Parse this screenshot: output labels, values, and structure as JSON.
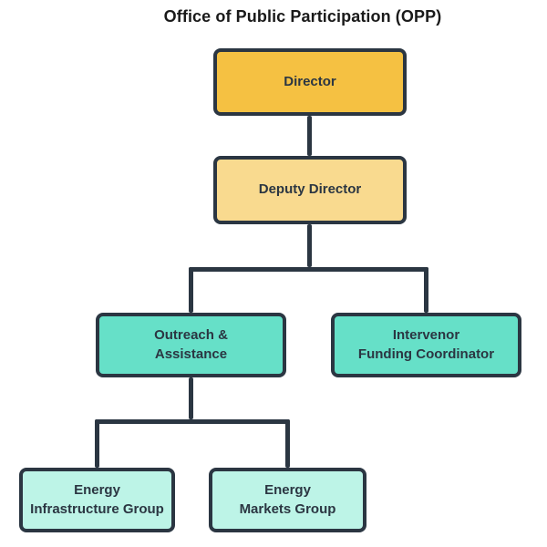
{
  "title": "Office of Public Participation (OPP)",
  "colors": {
    "line": "#2B3642",
    "title_text": "#1A1A1A",
    "background": "#FFFFFF",
    "level1_fill": "#F5C142",
    "level2_fill": "#F9DA8F",
    "level3_fill": "#66E0C8",
    "level4_fill": "#BDF4E7"
  },
  "nodes": [
    {
      "id": "director",
      "label": "Director",
      "reports_to": null,
      "fill": "#F5C142"
    },
    {
      "id": "deputy-director",
      "label": "Deputy Director",
      "reports_to": "director",
      "fill": "#F9DA8F"
    },
    {
      "id": "outreach-assistance",
      "label": "Outreach &\nAssistance",
      "reports_to": "deputy-director",
      "fill": "#66E0C8"
    },
    {
      "id": "intervenor-funding-coordinator",
      "label": "Intervenor\nFunding Coordinator",
      "reports_to": "deputy-director",
      "fill": "#66E0C8"
    },
    {
      "id": "energy-infrastructure-group",
      "label": "Energy\nInfrastructure Group",
      "reports_to": "outreach-assistance",
      "fill": "#BDF4E7"
    },
    {
      "id": "energy-markets-group",
      "label": "Energy\nMarkets Group",
      "reports_to": "outreach-assistance",
      "fill": "#BDF4E7"
    }
  ]
}
